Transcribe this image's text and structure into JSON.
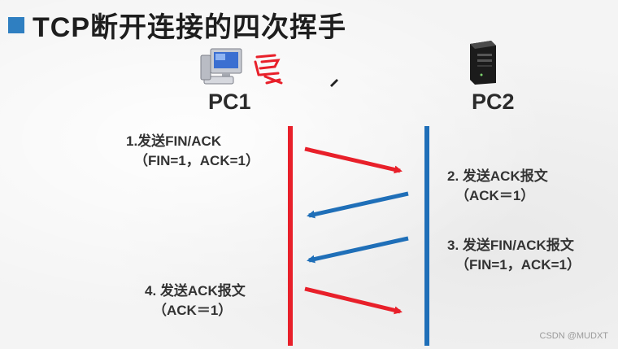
{
  "title": "TCP断开连接的四次挥手",
  "nodes": {
    "pc1": {
      "label": "PC1",
      "icon": "desktop-computer-icon"
    },
    "pc2": {
      "label": "PC2",
      "icon": "server-tower-icon"
    }
  },
  "steps": [
    {
      "line1": "1.发送FIN/ACK",
      "line2": "（FIN=1，ACK=1）",
      "from": "pc1",
      "to": "pc2",
      "color": "#e8202a"
    },
    {
      "line1": "2. 发送ACK报文",
      "line2": "（ACK＝1）",
      "from": "pc2",
      "to": "pc1",
      "color": "#1f6fb8"
    },
    {
      "line1": "3. 发送FIN/ACK报文",
      "line2": "（FIN=1，ACK=1）",
      "from": "pc2",
      "to": "pc1",
      "color": "#1f6fb8"
    },
    {
      "line1": "4. 发送ACK报文",
      "line2": "（ACK＝1）",
      "from": "pc1",
      "to": "pc2",
      "color": "#e8202a"
    }
  ],
  "colors": {
    "accent": "#2f7fc1",
    "pc1_line": "#e8202a",
    "pc2_line": "#1f6fb8"
  },
  "watermark": "CSDN @MUDXT"
}
